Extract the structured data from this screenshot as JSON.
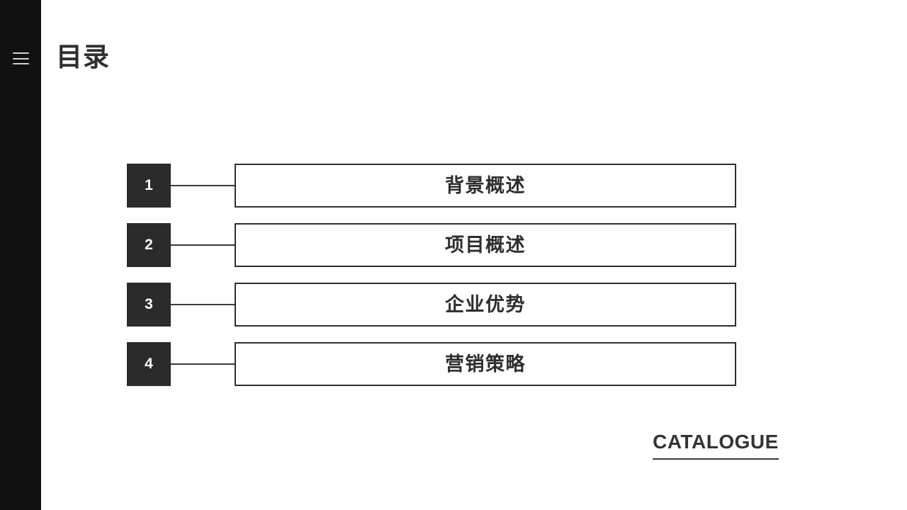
{
  "sidebar": {
    "menu_icon": "hamburger-menu-icon"
  },
  "header": {
    "title": "目录"
  },
  "contents": {
    "items": [
      {
        "number": "1",
        "label": "背景概述"
      },
      {
        "number": "2",
        "label": "项目概述"
      },
      {
        "number": "3",
        "label": "企业优势"
      },
      {
        "number": "4",
        "label": "营销策略"
      }
    ]
  },
  "footer": {
    "word": "CATALOGUE"
  },
  "colors": {
    "sidebar_bg": "#111111",
    "num_box_bg": "#2b2b2b",
    "num_box_text": "#ffffff",
    "text_color": "#2e2e2e",
    "border_color": "#2e2e2e",
    "line_color": "#3a3a3a",
    "page_bg": "#ffffff",
    "menu_icon_color": "#d2d2d2"
  }
}
